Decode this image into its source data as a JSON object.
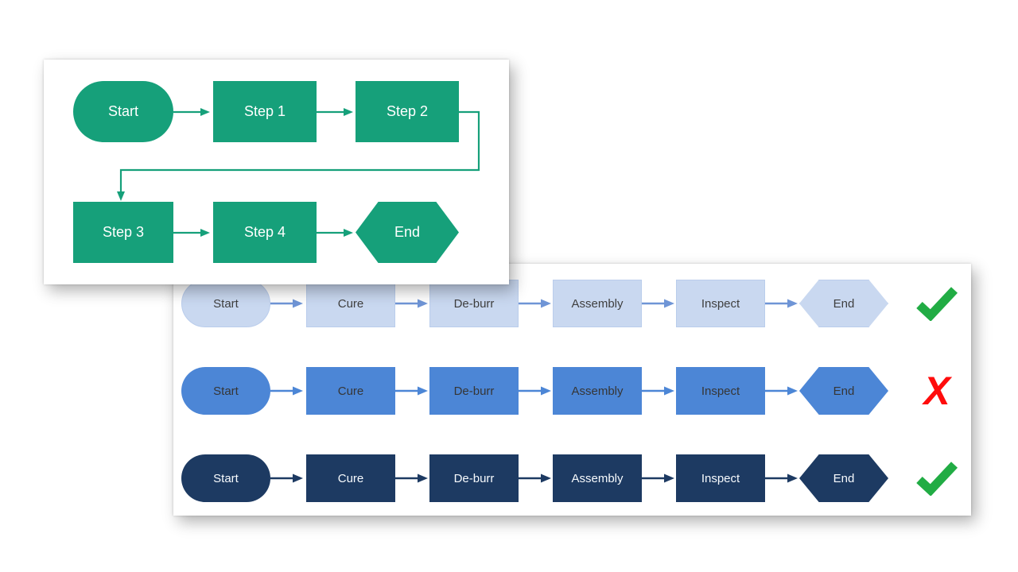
{
  "colors": {
    "flow_green": "#16A07A",
    "row_light_fill": "#C9D8F0",
    "row_medium_fill": "#4C86D6",
    "row_dark_fill": "#1D3A62",
    "light_arrow": "#6F95D6",
    "check_green": "#21AC44",
    "cross_red": "#FF0C0C",
    "dark_text": "#3F3F3F",
    "light_text": "#FFFFFF"
  },
  "panels": {
    "tutorial": {
      "shapes": [
        {
          "type": "stadium",
          "label": "Start"
        },
        {
          "type": "rect",
          "label": "Step 1"
        },
        {
          "type": "rect",
          "label": "Step 2"
        },
        {
          "type": "rect",
          "label": "Step 3"
        },
        {
          "type": "rect",
          "label": "Step 4"
        },
        {
          "type": "hexagon",
          "label": "End"
        }
      ]
    },
    "comparison": {
      "rows": [
        {
          "tone": "light",
          "verdict": "check",
          "labels": [
            "Start",
            "Cure",
            "De-burr",
            "Assembly",
            "Inspect",
            "End"
          ]
        },
        {
          "tone": "medium",
          "verdict": "cross",
          "labels": [
            "Start",
            "Cure",
            "De-burr",
            "Assembly",
            "Inspect",
            "End"
          ]
        },
        {
          "tone": "dark",
          "verdict": "check",
          "labels": [
            "Start",
            "Cure",
            "De-burr",
            "Assembly",
            "Inspect",
            "End"
          ]
        }
      ],
      "cross_glyph": "X"
    }
  }
}
